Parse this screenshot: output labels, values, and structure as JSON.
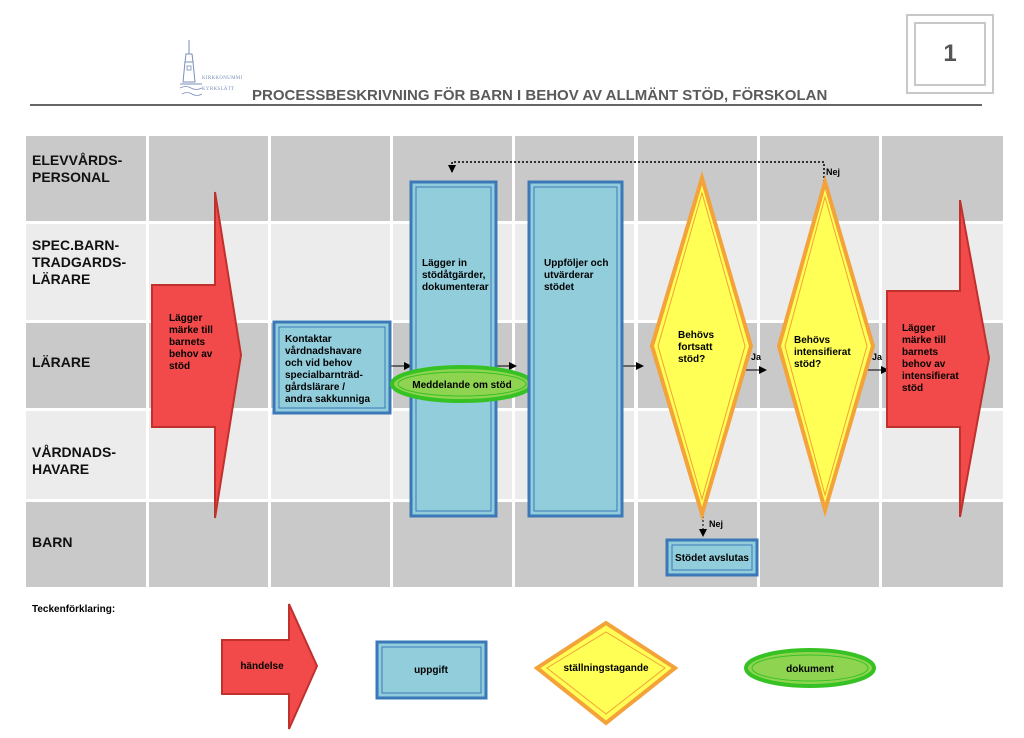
{
  "header": {
    "title": "PROCESSBESKRIVNING FÖR BARN I BEHOV AV ALLMÄNT STÖD, FÖRSKOLAN",
    "page_number": "1",
    "logo_lines": [
      "KIRKKONUMMI",
      "KYRKSLÄTT"
    ]
  },
  "lanes": [
    {
      "label": "ELEVVÅRDS-\nPERSONAL"
    },
    {
      "label": "SPEC.BARN-\nTRADGARDS-\nLÄRARE"
    },
    {
      "label": "LÄRARE"
    },
    {
      "label": "VÅRDNADS-\nHAVARE"
    },
    {
      "label": "BARN"
    }
  ],
  "shapes": {
    "start_event": [
      "Lägger",
      "märke till",
      "barnets",
      "behov av",
      "stöd"
    ],
    "contact_task": [
      "Kontaktar",
      "vårdnadshavare",
      "och vid behov",
      "specialbarnträd-",
      "gårdslärare /",
      "andra sakkunniga"
    ],
    "measures_task": [
      "Lägger in",
      "stödåtgärder,",
      "dokumenterar"
    ],
    "message_document": "Meddelande om stöd",
    "evaluate_task": [
      "Uppföljer och",
      "utvärderar",
      "stödet"
    ],
    "decision_continue": [
      "Behövs",
      "fortsatt",
      "stöd?"
    ],
    "decision_intensify": [
      "Behövs",
      "intensifierat",
      "stöd?"
    ],
    "end_event": [
      "Lägger",
      "märke till",
      "barnets",
      "behov av",
      "intensifierat",
      "stöd"
    ],
    "support_ends": "Stödet avslutas"
  },
  "edge_labels": {
    "yes_1": "Ja",
    "no_1": "Nej",
    "yes_2": "Ja",
    "no_2": "Nej"
  },
  "legend": {
    "title": "Teckenförklaring:",
    "event": "händelse",
    "task": "uppgift",
    "decision": "ställningstagande",
    "document": "dokument"
  },
  "colors": {
    "event_fill": "#f24a4a",
    "event_stroke": "#c0302c",
    "task_fill": "#92cddc",
    "task_stroke": "#3a78b8",
    "decision_fill": "#ffff55",
    "decision_stroke": "#f4a23a",
    "document_fill": "#8fd450",
    "document_stroke": "#36c224",
    "lane_dark": "#c9c9c9",
    "lane_light": "#ececec"
  }
}
